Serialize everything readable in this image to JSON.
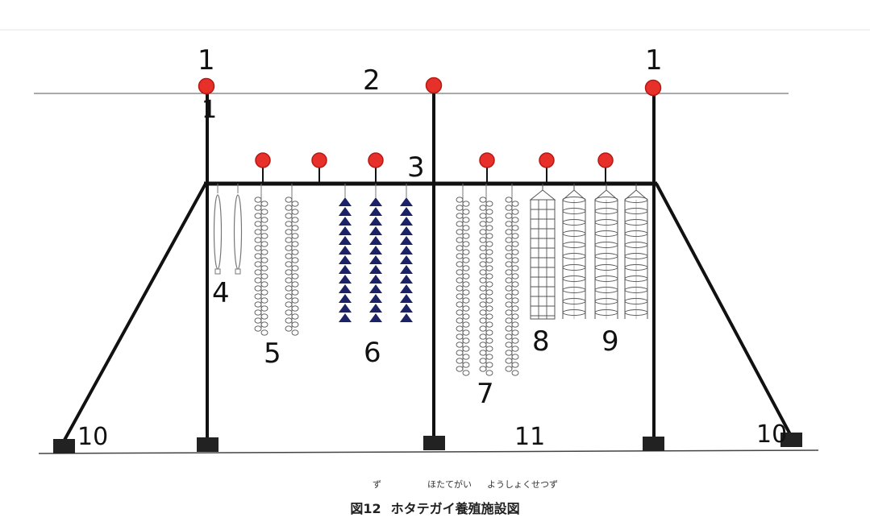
{
  "colors": {
    "line": "#111111",
    "float": "#e8302a",
    "float_outline": "#b21a14",
    "pearl_net": "#1c2266",
    "thin_line": "#777777",
    "anchor": "#222222"
  },
  "labels": {
    "float_left": "1",
    "float_left_small": "1",
    "float_right": "1",
    "main_rope": "2",
    "hanging_rope": "3",
    "type_4": "4",
    "type_5": "5",
    "type_6": "6",
    "type_7": "7",
    "type_8": "8",
    "type_9": "9",
    "anchor_left": "10",
    "anchor_right": "10",
    "seabed": "11"
  },
  "caption": {
    "ruby_zu": "ず",
    "ruby_hotategai": "ほたてがい",
    "ruby_youshokushisetsu": "ようしょくせつず",
    "figure_number": "図12",
    "title": "ホタテガイ養殖施設図"
  }
}
